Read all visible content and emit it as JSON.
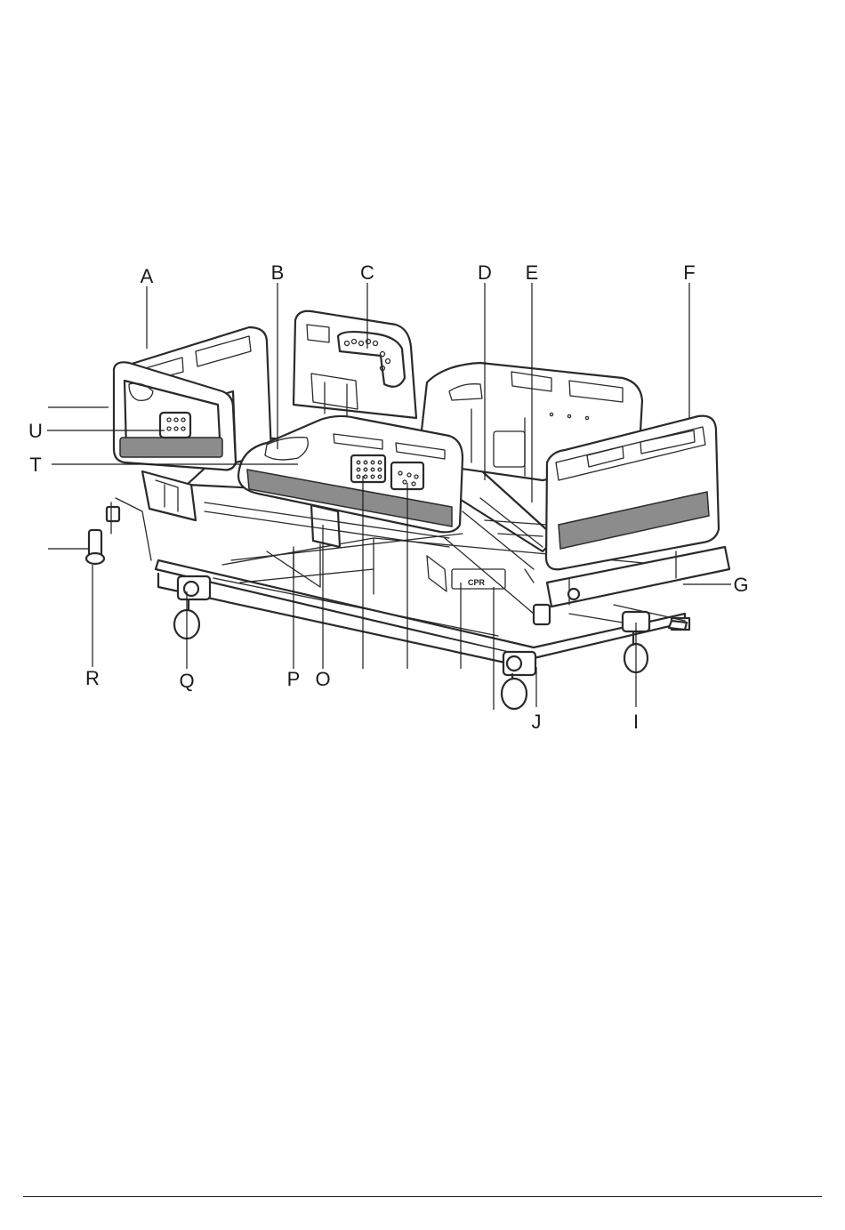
{
  "figure": {
    "cpr_text": "CPR",
    "callout_labels": {
      "A": "A",
      "B": "B",
      "C": "C",
      "D": "D",
      "E": "E",
      "F": "F",
      "G": "G",
      "I": "I",
      "J": "J",
      "O": "O",
      "P": "P",
      "Q": "Q",
      "R": "R",
      "T": "T",
      "U": "U"
    }
  }
}
